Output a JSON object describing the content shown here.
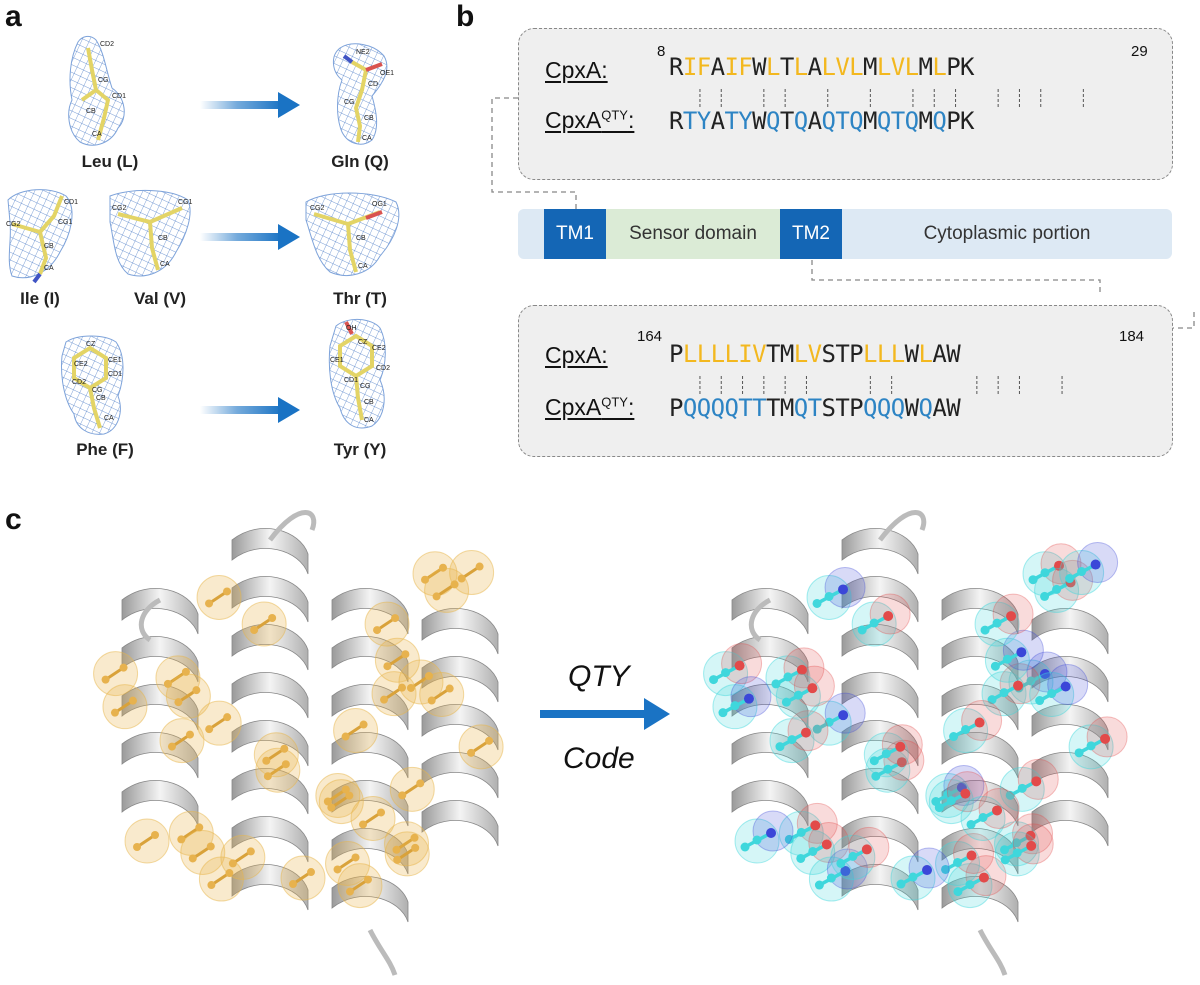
{
  "panels": {
    "a": "a",
    "b": "b",
    "c": "c"
  },
  "panel_a": {
    "residues": [
      {
        "from": "Leu (L)",
        "to": "Gln (Q)"
      },
      {
        "from": [
          "Ile (I)",
          "Val (V)"
        ],
        "to": "Thr (T)"
      },
      {
        "from": "Phe (F)",
        "to": "Tyr (Y)"
      }
    ],
    "atoms": {
      "leu": [
        "CD2",
        "CG",
        "CD1",
        "CB",
        "CA"
      ],
      "gln": [
        "NE2",
        "OE1",
        "CD",
        "CG",
        "CB",
        "CA"
      ],
      "ile": [
        "CG2",
        "CG1",
        "CB",
        "CA",
        "CD1"
      ],
      "val": [
        "CG2",
        "CG1",
        "CB",
        "CA"
      ],
      "thr": [
        "CG2",
        "OG1",
        "CB",
        "CA"
      ],
      "phe": [
        "CZ",
        "CE2",
        "CE1",
        "CD2",
        "CD1",
        "CB",
        "CA",
        "CG"
      ],
      "tyr": [
        "OH",
        "CZ",
        "CE2",
        "CE1",
        "CD2",
        "CD1",
        "CG",
        "CB",
        "CA"
      ]
    }
  },
  "panel_b": {
    "colors": {
      "hydrophobic": "#f3b81f",
      "qty": "#2d84c4"
    },
    "box1": {
      "name1": "CpxA:",
      "name2_base": "CpxA",
      "name2_sup": "QTY",
      "name2_suffix": ":",
      "start": "8",
      "end": "29",
      "original": "RIFAIFWLTLALVLMLVLMLPK",
      "mutated": "RTYATYWQTQAQTQMQTQMQPK",
      "highlight": [
        1,
        2,
        4,
        5,
        7,
        9,
        11,
        12,
        13,
        15,
        16,
        17,
        19
      ]
    },
    "box2": {
      "name1": "CpxA:",
      "name2_base": "CpxA",
      "name2_sup": "QTY",
      "name2_suffix": ":",
      "start": "164",
      "end": "184",
      "original": "PLLLLIVTMLVSTPLLLWLAW",
      "mutated": "PQQQQTTTMQTSTPQQQWQAW",
      "highlight": [
        1,
        2,
        3,
        4,
        5,
        6,
        9,
        10,
        14,
        15,
        16,
        18
      ]
    },
    "domains": {
      "tm1": "TM1",
      "sensor": "Sensor domain",
      "tm2": "TM2",
      "cyto": "Cytoplasmic portion"
    }
  },
  "panel_c": {
    "arrow_top": "QTY",
    "arrow_bottom": "Code",
    "colors": {
      "hydrophobic": "#e8b54a",
      "carbon_qty": "#3fd7dc",
      "oxygen": "#e24a4a",
      "nitrogen": "#3b47d8",
      "ribbon": "#d9d9d9"
    }
  }
}
